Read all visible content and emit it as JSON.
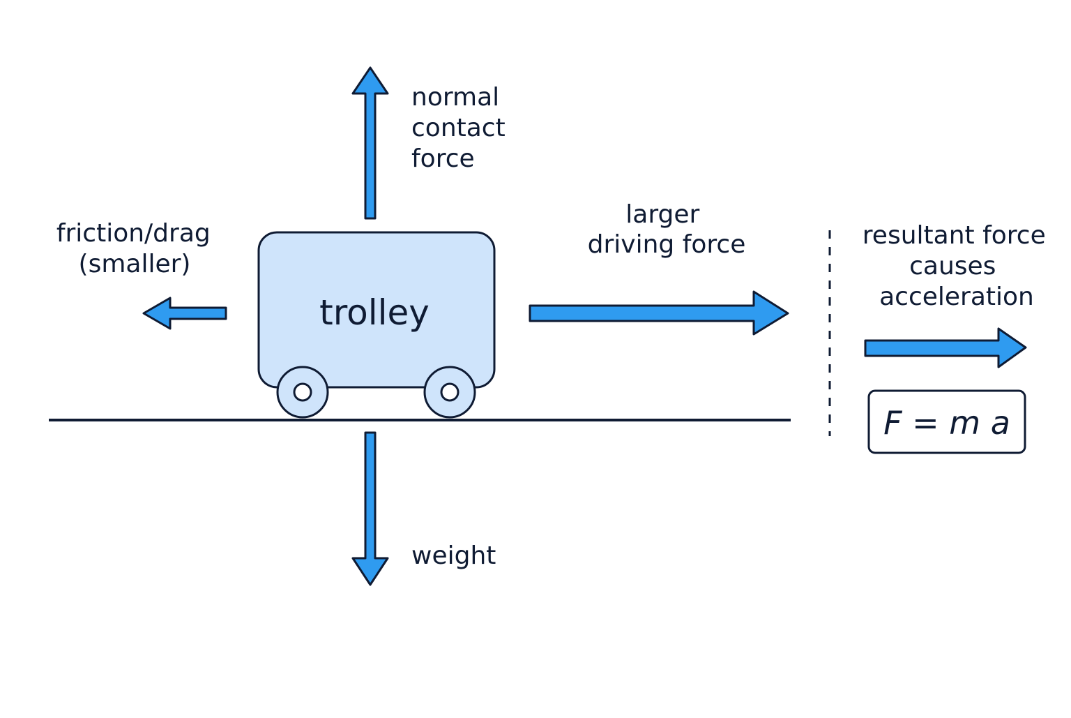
{
  "colors": {
    "arrow_fill": "#2f9bf0",
    "stroke": "#0f1b33",
    "trolley_fill": "#cfe4fb",
    "wheel_fill": "#cfe4fb",
    "background": "#ffffff"
  },
  "labels": {
    "normal": [
      "normal",
      "contact",
      "force"
    ],
    "friction": [
      "friction/drag",
      "(smaller)"
    ],
    "trolley": "trolley",
    "driving": [
      "larger",
      "driving force"
    ],
    "resultant": [
      "resultant force",
      "causes",
      "acceleration"
    ],
    "weight": "weight",
    "equation": "F = m a"
  },
  "icons": {
    "normal_arrow": "arrow-up-icon",
    "weight_arrow": "arrow-down-icon",
    "friction_arrow": "arrow-left-icon",
    "driving_arrow": "arrow-right-icon",
    "resultant_arrow": "arrow-right-icon"
  }
}
